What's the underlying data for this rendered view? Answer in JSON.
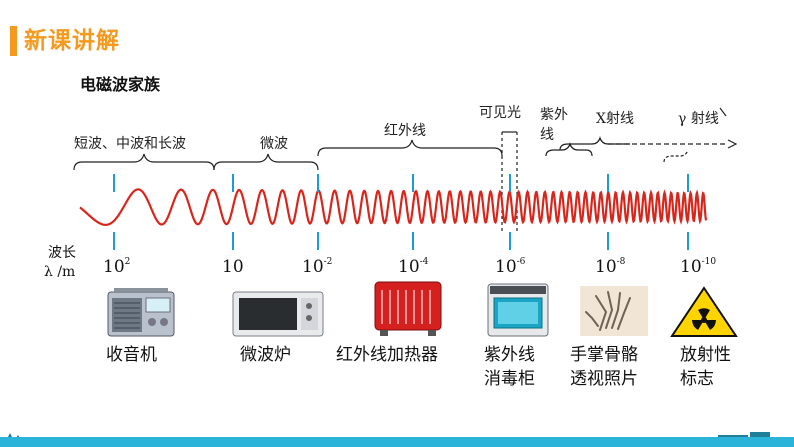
{
  "header": {
    "title": "新课讲解",
    "accent_color": "#f39a1f"
  },
  "subtitle": "电磁波家族",
  "bands": {
    "radio": "短波、中波和长波",
    "microwave": "微波",
    "infrared": "红外线",
    "visible": "可见光",
    "ultraviolet_line1": "紫外",
    "ultraviolet_line2": "线",
    "xray": "X射线",
    "gamma": "γ 射线"
  },
  "wavelength_label": {
    "line1": "波长",
    "line2": "λ /m"
  },
  "ticks": [
    {
      "base": "10",
      "exp": "2"
    },
    {
      "base": "10",
      "exp": ""
    },
    {
      "base": "10",
      "exp": "-2"
    },
    {
      "base": "10",
      "exp": "-4"
    },
    {
      "base": "10",
      "exp": "-6"
    },
    {
      "base": "10",
      "exp": "-8"
    },
    {
      "base": "10",
      "exp": "-10"
    }
  ],
  "applications": [
    {
      "line1": "收音机",
      "line2": "",
      "icon": "radio-icon"
    },
    {
      "line1": "微波炉",
      "line2": "",
      "icon": "microwave-oven-icon"
    },
    {
      "line1": "红外线加热器",
      "line2": "",
      "icon": "infrared-heater-icon"
    },
    {
      "line1": "紫外线",
      "line2": "消毒柜",
      "icon": "uv-sterilizer-icon"
    },
    {
      "line1": "手掌骨骼",
      "line2": "透视照片",
      "icon": "xray-hand-icon"
    },
    {
      "line1": "放射性",
      "line2": "标志",
      "icon": "radiation-warning-icon"
    }
  ],
  "colors": {
    "wave": "#d9261c",
    "tick": "#1e9bd7",
    "strip": "#2bb3d9"
  }
}
